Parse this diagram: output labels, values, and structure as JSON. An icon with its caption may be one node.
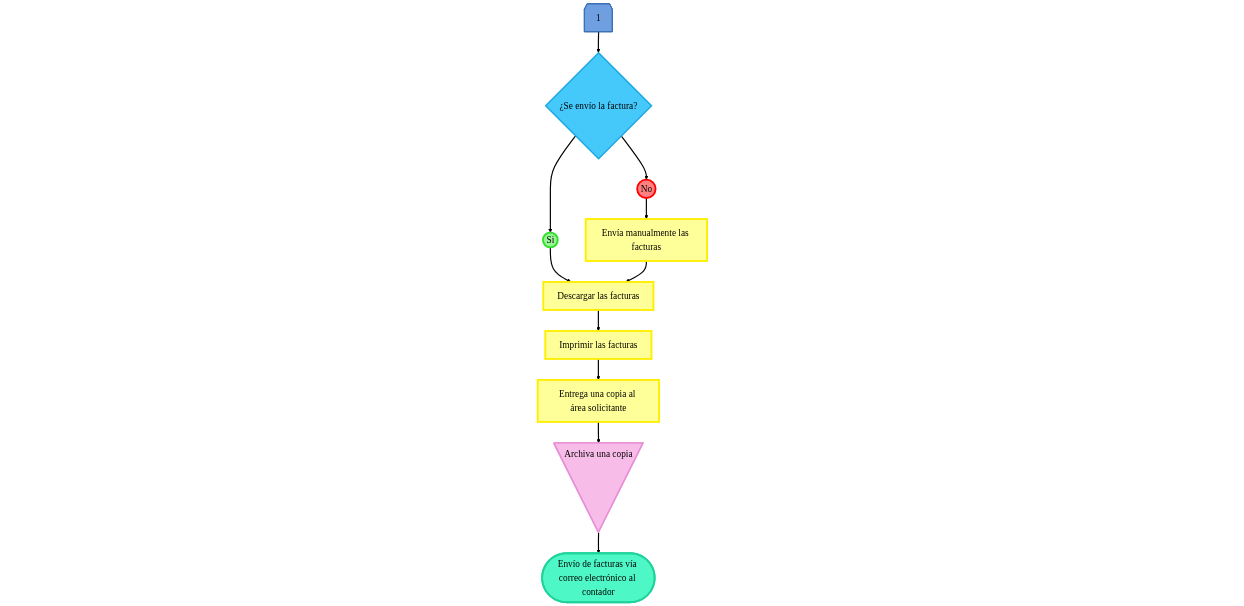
{
  "diagram": {
    "nodes": [
      {
        "text": [
          "1"
        ]
      },
      {
        "text": [
          "¿Se envío la factura?"
        ]
      },
      {
        "text": [
          "Si"
        ]
      },
      {
        "text": [
          "No"
        ]
      },
      {
        "text": [
          "Descargar las facturas"
        ]
      },
      {
        "text": [
          "Envía manualmente las facturas"
        ]
      },
      {
        "text": [
          "Imprimir las facturas"
        ]
      },
      {
        "text": [
          "Entrega una copia al área solicitante"
        ]
      },
      {
        "text": [
          "Archiva una copia"
        ]
      },
      {
        "text": [
          "Envío de facturas vía correo electrónico al contador"
        ]
      }
    ],
    "edges": [
      {
        "from": 0,
        "to": 1,
        "arrow": "to"
      },
      {
        "from": 1,
        "to": 2,
        "arrow": "to"
      },
      {
        "from": 1,
        "to": 3,
        "arrow": "to"
      },
      {
        "from": 2,
        "to": 4,
        "arrow": "to"
      },
      {
        "from": 3,
        "to": 5,
        "arrow": "to"
      },
      {
        "from": 5,
        "to": 4,
        "arrow": "to"
      },
      {
        "from": 4,
        "to": 6,
        "arrow": "to"
      },
      {
        "from": 6,
        "to": 7,
        "arrow": "to"
      },
      {
        "from": 7,
        "to": 8,
        "arrow": "to"
      },
      {
        "from": 8,
        "to": 9,
        "arrow": "to"
      }
    ]
  }
}
